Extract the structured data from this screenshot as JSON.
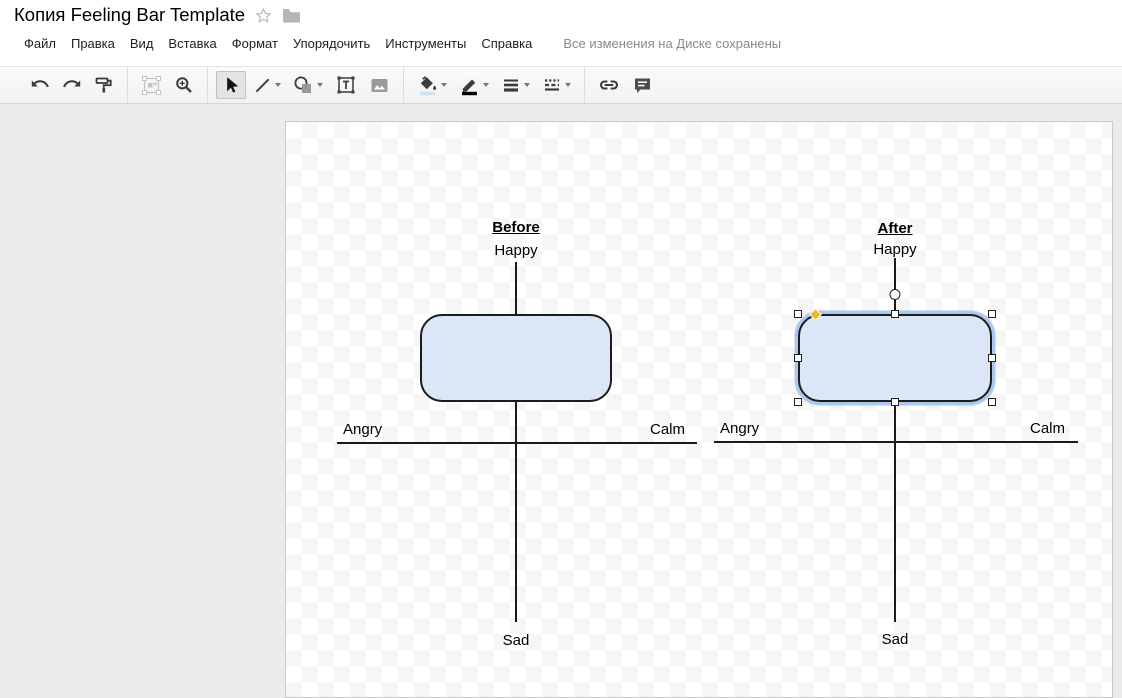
{
  "header": {
    "title": "Копия Feeling Bar Template",
    "menu": [
      "Файл",
      "Правка",
      "Вид",
      "Вставка",
      "Формат",
      "Упорядочить",
      "Инструменты",
      "Справка"
    ],
    "status": "Все изменения на Диске сохранены"
  },
  "toolbar": {
    "buttons": [
      "undo",
      "redo",
      "paint-format",
      "zoom-to-fit",
      "zoom",
      "select",
      "line",
      "shape",
      "text-box",
      "image",
      "fill-color",
      "line-color",
      "line-weight",
      "line-dash",
      "insert-link",
      "insert-comment"
    ],
    "active_tool": "select",
    "fill_color_swatch": "#cfe2f3",
    "line_color_swatch": "#000000"
  },
  "canvas": {
    "background": "transparency-checkerboard",
    "diagrams": [
      {
        "heading": "Before",
        "top": "Happy",
        "left": "Angry",
        "right": "Calm",
        "bottom": "Sad",
        "box_fill": "#dbe7f6",
        "selected": false
      },
      {
        "heading": "After",
        "top": "Happy",
        "left": "Angry",
        "right": "Calm",
        "bottom": "Sad",
        "box_fill": "#dbe7f6",
        "selected": true
      }
    ]
  },
  "colors": {
    "selection_glow": "#aac8ed",
    "adjust_handle": "#f0b429",
    "box_border": "#1c1c1c",
    "workspace_bg": "#ebebeb"
  }
}
